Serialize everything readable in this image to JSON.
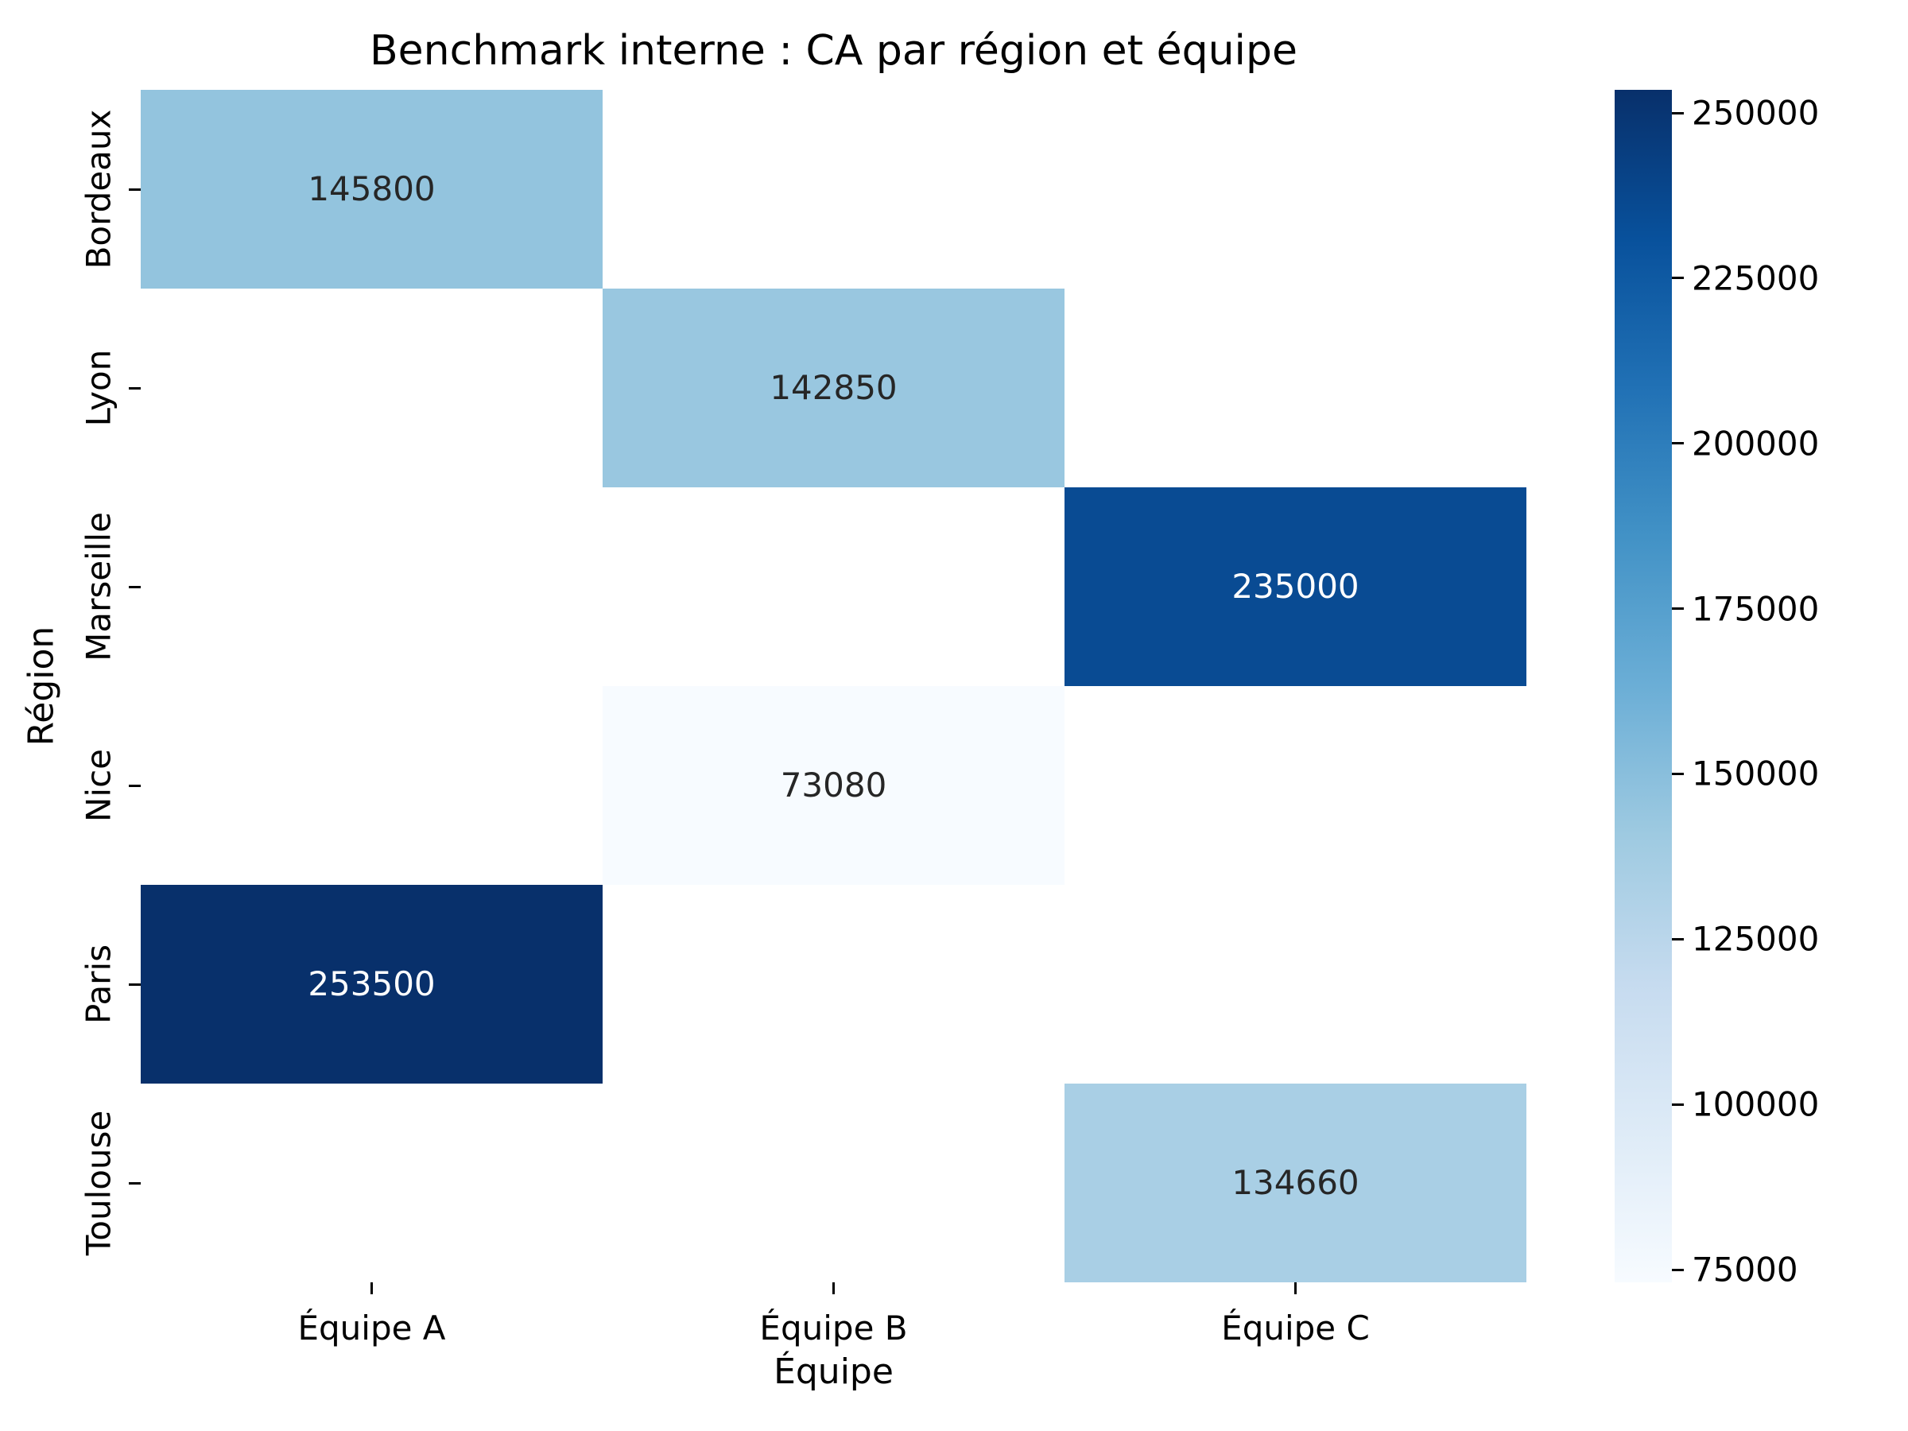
{
  "chart_data": {
    "type": "heatmap",
    "title": "Benchmark interne : CA par région et équipe",
    "xlabel": "Équipe",
    "ylabel": "Région",
    "columns": [
      "Équipe A",
      "Équipe B",
      "Équipe C"
    ],
    "rows": [
      "Bordeaux",
      "Lyon",
      "Marseille",
      "Nice",
      "Paris",
      "Toulouse"
    ],
    "cells": [
      {
        "row": "Bordeaux",
        "col": "Équipe A",
        "value": "145800",
        "color": "#93c4de",
        "text_color": "#262626"
      },
      {
        "row": "Lyon",
        "col": "Équipe B",
        "value": "142850",
        "color": "#99c7e0",
        "text_color": "#262626"
      },
      {
        "row": "Marseille",
        "col": "Équipe C",
        "value": "235000",
        "color": "#094b93",
        "text_color": "#ffffff"
      },
      {
        "row": "Nice",
        "col": "Équipe B",
        "value": "73080",
        "color": "#f7fbff",
        "text_color": "#262626"
      },
      {
        "row": "Paris",
        "col": "Équipe A",
        "value": "253500",
        "color": "#08306b",
        "text_color": "#ffffff"
      },
      {
        "row": "Toulouse",
        "col": "Équipe C",
        "value": "134660",
        "color": "#a9cfe5",
        "text_color": "#262626"
      }
    ],
    "missing_cell_color": "#ffffff",
    "colormap": "Blues",
    "colorbar": {
      "vmin": 73080,
      "vmax": 253500,
      "ticks": [
        "75000",
        "100000",
        "125000",
        "150000",
        "175000",
        "200000",
        "225000",
        "250000"
      ],
      "gradient_stops_top_to_bottom": [
        "#08306b",
        "#08519c",
        "#2171b5",
        "#4292c6",
        "#6baed6",
        "#9ecae1",
        "#c6dbef",
        "#deebf7",
        "#f7fbff"
      ]
    },
    "legend": "none",
    "grid": "off"
  }
}
